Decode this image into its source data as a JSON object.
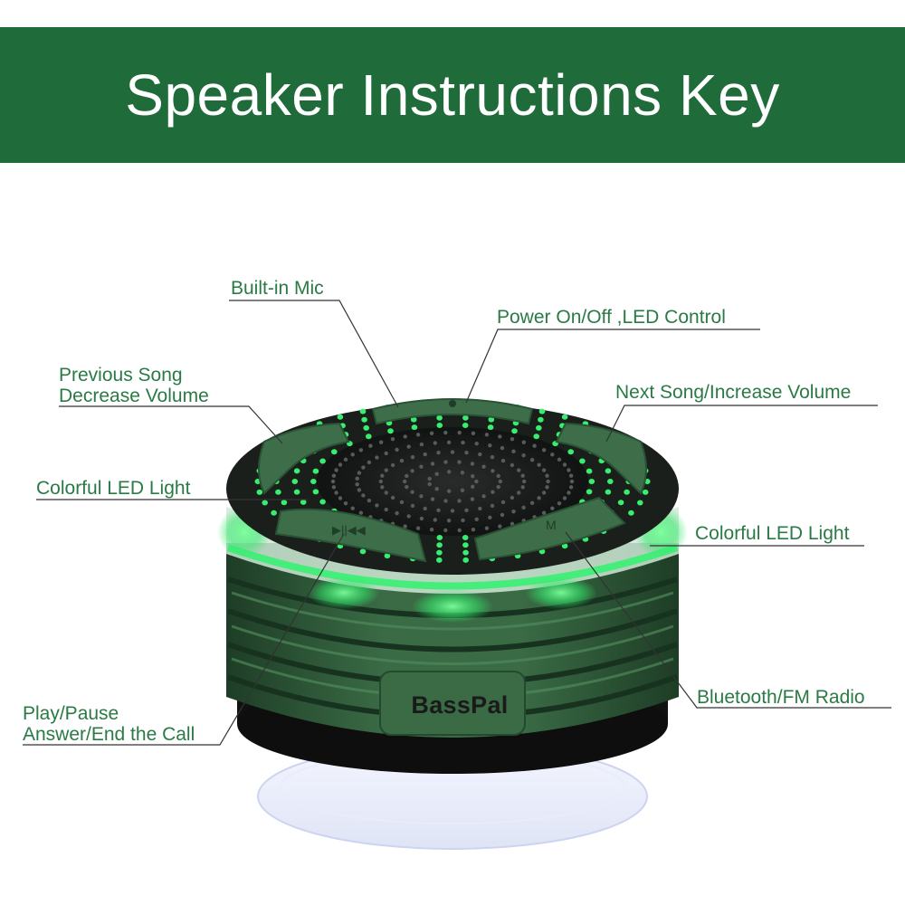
{
  "header": {
    "title": "Speaker Instructions Key"
  },
  "callouts": {
    "mic": [
      "Built-in Mic"
    ],
    "power": [
      "Power On/Off ,LED Control"
    ],
    "previous": [
      "Previous Song",
      "Decrease Volume"
    ],
    "next": [
      "Next Song/Increase Volume"
    ],
    "led_left": [
      "Colorful LED Light"
    ],
    "led_right": [
      "Colorful LED Light"
    ],
    "play": [
      "Play/Pause",
      "Answer/End the Call"
    ],
    "mode": [
      "Bluetooth/FM Radio"
    ]
  },
  "product": {
    "brand": "BassPal"
  },
  "colors": {
    "banner": "#1f6b3a",
    "label_text": "#2a7a45",
    "speaker_body": "#2f5a38",
    "speaker_top": "#1b1f1c",
    "led_glow": "#33e86a"
  }
}
